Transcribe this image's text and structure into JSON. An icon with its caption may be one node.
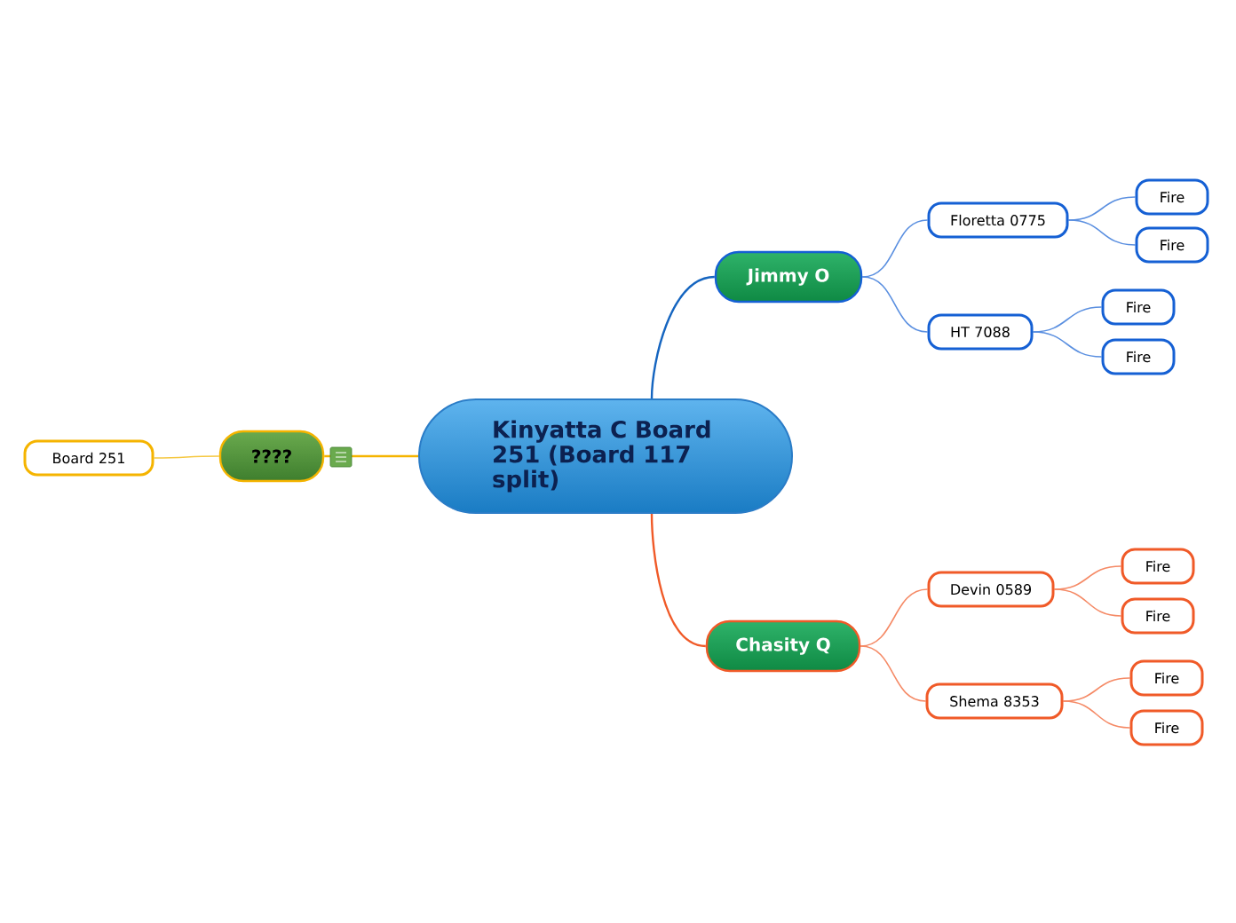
{
  "diagram": {
    "nodes": [
      {
        "text": [
          "Kinyatta C Board 251 (Board 117 split)"
        ]
      },
      {
        "text": [
          "Jimmy O"
        ]
      },
      {
        "text": [
          "Floretta 0775"
        ]
      },
      {
        "text": [
          "Fire"
        ]
      },
      {
        "text": [
          "Fire"
        ]
      },
      {
        "text": [
          "HT 7088"
        ]
      },
      {
        "text": [
          "Fire"
        ]
      },
      {
        "text": [
          "Fire"
        ]
      },
      {
        "text": [
          "Chasity Q"
        ]
      },
      {
        "text": [
          "Devin 0589"
        ]
      },
      {
        "text": [
          "Fire"
        ]
      },
      {
        "text": [
          "Fire"
        ]
      },
      {
        "text": [
          "Shema 8353"
        ]
      },
      {
        "text": [
          "Fire"
        ]
      },
      {
        "text": [
          "Fire"
        ]
      },
      {
        "text": [
          "????"
        ]
      },
      {
        "text": [
          "Board 251"
        ]
      }
    ],
    "edges": [
      {
        "from": 0,
        "to": 1,
        "arrow": "none",
        "color": "#1565c0"
      },
      {
        "from": 1,
        "to": 2,
        "arrow": "none",
        "color": "#5a8fe0"
      },
      {
        "from": 1,
        "to": 5,
        "arrow": "none",
        "color": "#5a8fe0"
      },
      {
        "from": 2,
        "to": 3,
        "arrow": "none",
        "color": "#5a8fe0"
      },
      {
        "from": 2,
        "to": 4,
        "arrow": "none",
        "color": "#5a8fe0"
      },
      {
        "from": 5,
        "to": 6,
        "arrow": "none",
        "color": "#5a8fe0"
      },
      {
        "from": 5,
        "to": 7,
        "arrow": "none",
        "color": "#5a8fe0"
      },
      {
        "from": 0,
        "to": 8,
        "arrow": "none",
        "color": "#f05a28"
      },
      {
        "from": 8,
        "to": 9,
        "arrow": "none",
        "color": "#f58a66"
      },
      {
        "from": 8,
        "to": 12,
        "arrow": "none",
        "color": "#f58a66"
      },
      {
        "from": 9,
        "to": 10,
        "arrow": "none",
        "color": "#f58a66"
      },
      {
        "from": 9,
        "to": 11,
        "arrow": "none",
        "color": "#f58a66"
      },
      {
        "from": 12,
        "to": 13,
        "arrow": "none",
        "color": "#f58a66"
      },
      {
        "from": 12,
        "to": 14,
        "arrow": "none",
        "color": "#f58a66"
      },
      {
        "from": 0,
        "to": 15,
        "arrow": "none",
        "color": "#f5b400"
      },
      {
        "from": 15,
        "to": 16,
        "arrow": "none",
        "color": "#f5c842"
      }
    ]
  }
}
